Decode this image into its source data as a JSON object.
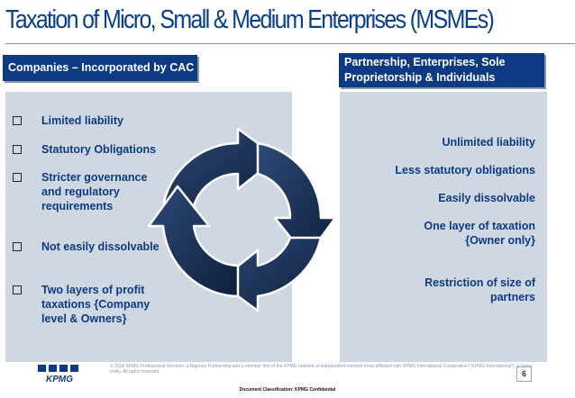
{
  "title": "Taxation of Micro, Small & Medium Enterprises (MSMEs)",
  "left": {
    "header": "Companies – Incorporated by CAC",
    "items": [
      "Limited liability",
      "Statutory Obligations",
      "Stricter governance\nand regulatory\nrequirements",
      "Not easily dissolvable",
      "Two layers of profit\ntaxations {Company\nlevel & Owners}"
    ]
  },
  "right": {
    "header": "Partnership, Enterprises, Sole\nProprietorship & Individuals",
    "items": [
      "Unlimited liability",
      "Less statutory obligations",
      "Easily dissolvable",
      "One layer of taxation\n{Owner only}",
      "Restriction of size of\npartners"
    ]
  },
  "footer": {
    "logo": "KPMG",
    "note": "© 2018 KPMG Professional Services, a Nigerian Partnership and a member firm of the KPMG network of independent member firms affiliated with KPMG International Cooperative (\"KPMG International\"), a Swiss entity. All rights reserved.",
    "page": "6",
    "classification": "Document Classification: KPMG Confidential"
  },
  "colors": {
    "accent": "#0d3a83",
    "panel": "#cfd7e3",
    "arrow": "#152a4d"
  }
}
